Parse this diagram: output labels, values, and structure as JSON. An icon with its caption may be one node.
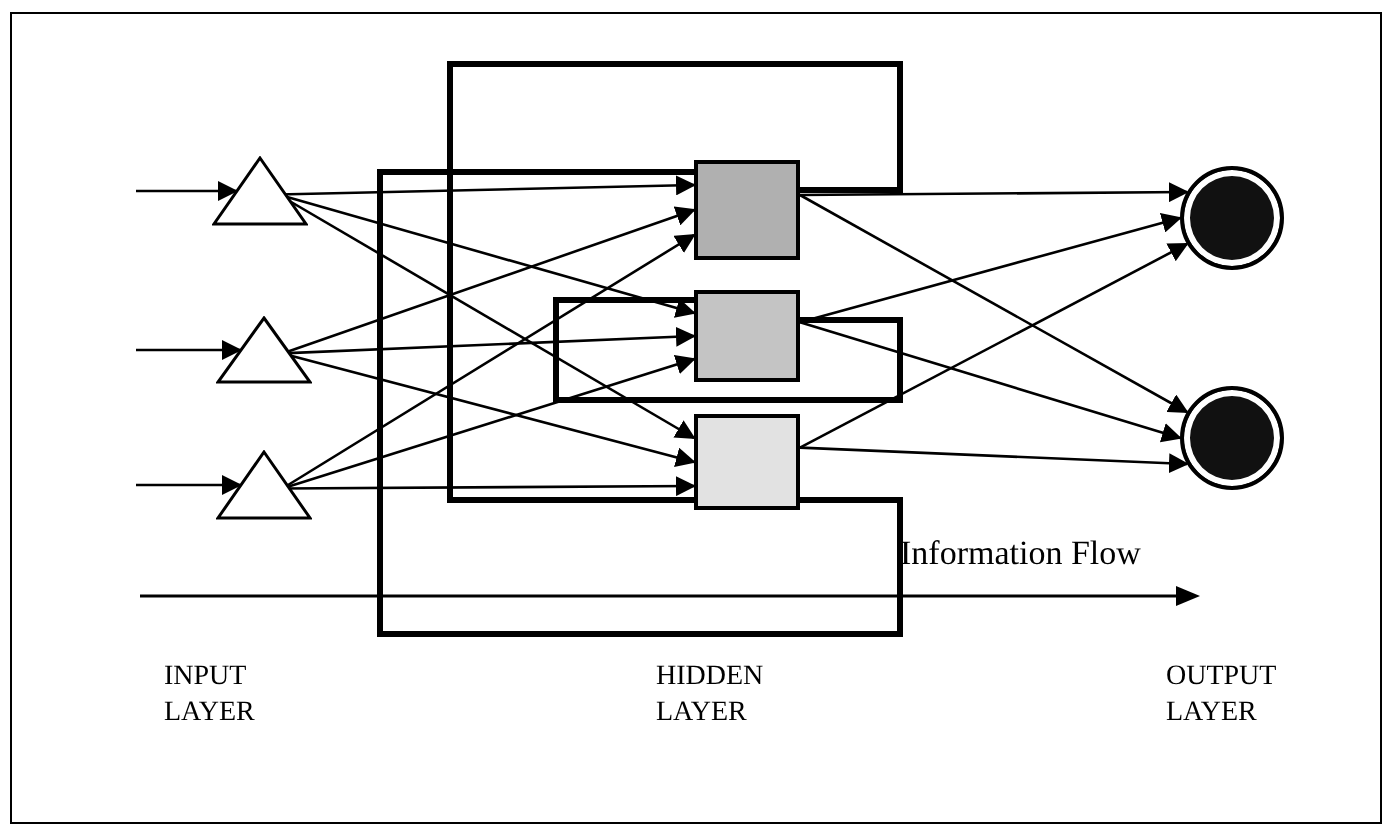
{
  "diagram": {
    "nodes": [
      {
        "text": [],
        "shape": "triangle"
      },
      {
        "text": [],
        "shape": "triangle"
      },
      {
        "text": [],
        "shape": "triangle"
      },
      {
        "text": [],
        "shape": "box"
      },
      {
        "text": [],
        "shape": "box"
      },
      {
        "text": [],
        "shape": "box"
      },
      {
        "text": [],
        "shape": "circle"
      },
      {
        "text": [],
        "shape": "circle"
      }
    ],
    "edges": [
      {
        "from": null,
        "to": 0,
        "arrow": "to"
      },
      {
        "from": null,
        "to": 1,
        "arrow": "to"
      },
      {
        "from": null,
        "to": 2,
        "arrow": "to"
      },
      {
        "from": 0,
        "to": 3,
        "arrow": "to"
      },
      {
        "from": 0,
        "to": 4,
        "arrow": "to"
      },
      {
        "from": 0,
        "to": 5,
        "arrow": "to"
      },
      {
        "from": 1,
        "to": 3,
        "arrow": "to"
      },
      {
        "from": 1,
        "to": 4,
        "arrow": "to"
      },
      {
        "from": 1,
        "to": 5,
        "arrow": "to"
      },
      {
        "from": 2,
        "to": 3,
        "arrow": "to"
      },
      {
        "from": 2,
        "to": 4,
        "arrow": "to"
      },
      {
        "from": 2,
        "to": 5,
        "arrow": "to"
      },
      {
        "from": 3,
        "to": 6,
        "arrow": "to"
      },
      {
        "from": 3,
        "to": 7,
        "arrow": "to"
      },
      {
        "from": 4,
        "to": 6,
        "arrow": "to"
      },
      {
        "from": 4,
        "to": 7,
        "arrow": "to"
      },
      {
        "from": 5,
        "to": 6,
        "arrow": "to"
      },
      {
        "from": 5,
        "to": 7,
        "arrow": "to"
      },
      {
        "from": 3,
        "to": 5,
        "arrow": "none",
        "style": "thick"
      },
      {
        "from": 5,
        "to": 3,
        "arrow": "none",
        "style": "thick"
      },
      {
        "from": 4,
        "to": 4,
        "arrow": "none",
        "style": "thick"
      }
    ],
    "labels": [
      "Information Flow",
      "INPUT LAYER",
      "HIDDEN LAYER",
      "OUTPUT LAYER"
    ]
  }
}
